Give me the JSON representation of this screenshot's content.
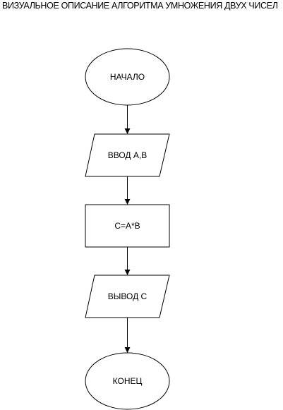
{
  "title": "ВИЗУАЛЬНОЕ ОПИСАНИЕ АЛГОРИТМА УМНОЖЕНИЯ ДВУХ ЧИСЕЛ",
  "flowchart": {
    "start": {
      "shape": "ellipse",
      "label": "НАЧАЛО"
    },
    "input": {
      "shape": "parallelogram",
      "label": "ВВОД А,В"
    },
    "process": {
      "shape": "rectangle",
      "label": "С=А*В"
    },
    "output": {
      "shape": "parallelogram",
      "label": "ВЫВОД С"
    },
    "end": {
      "shape": "ellipse",
      "label": "КОНЕЦ"
    }
  }
}
